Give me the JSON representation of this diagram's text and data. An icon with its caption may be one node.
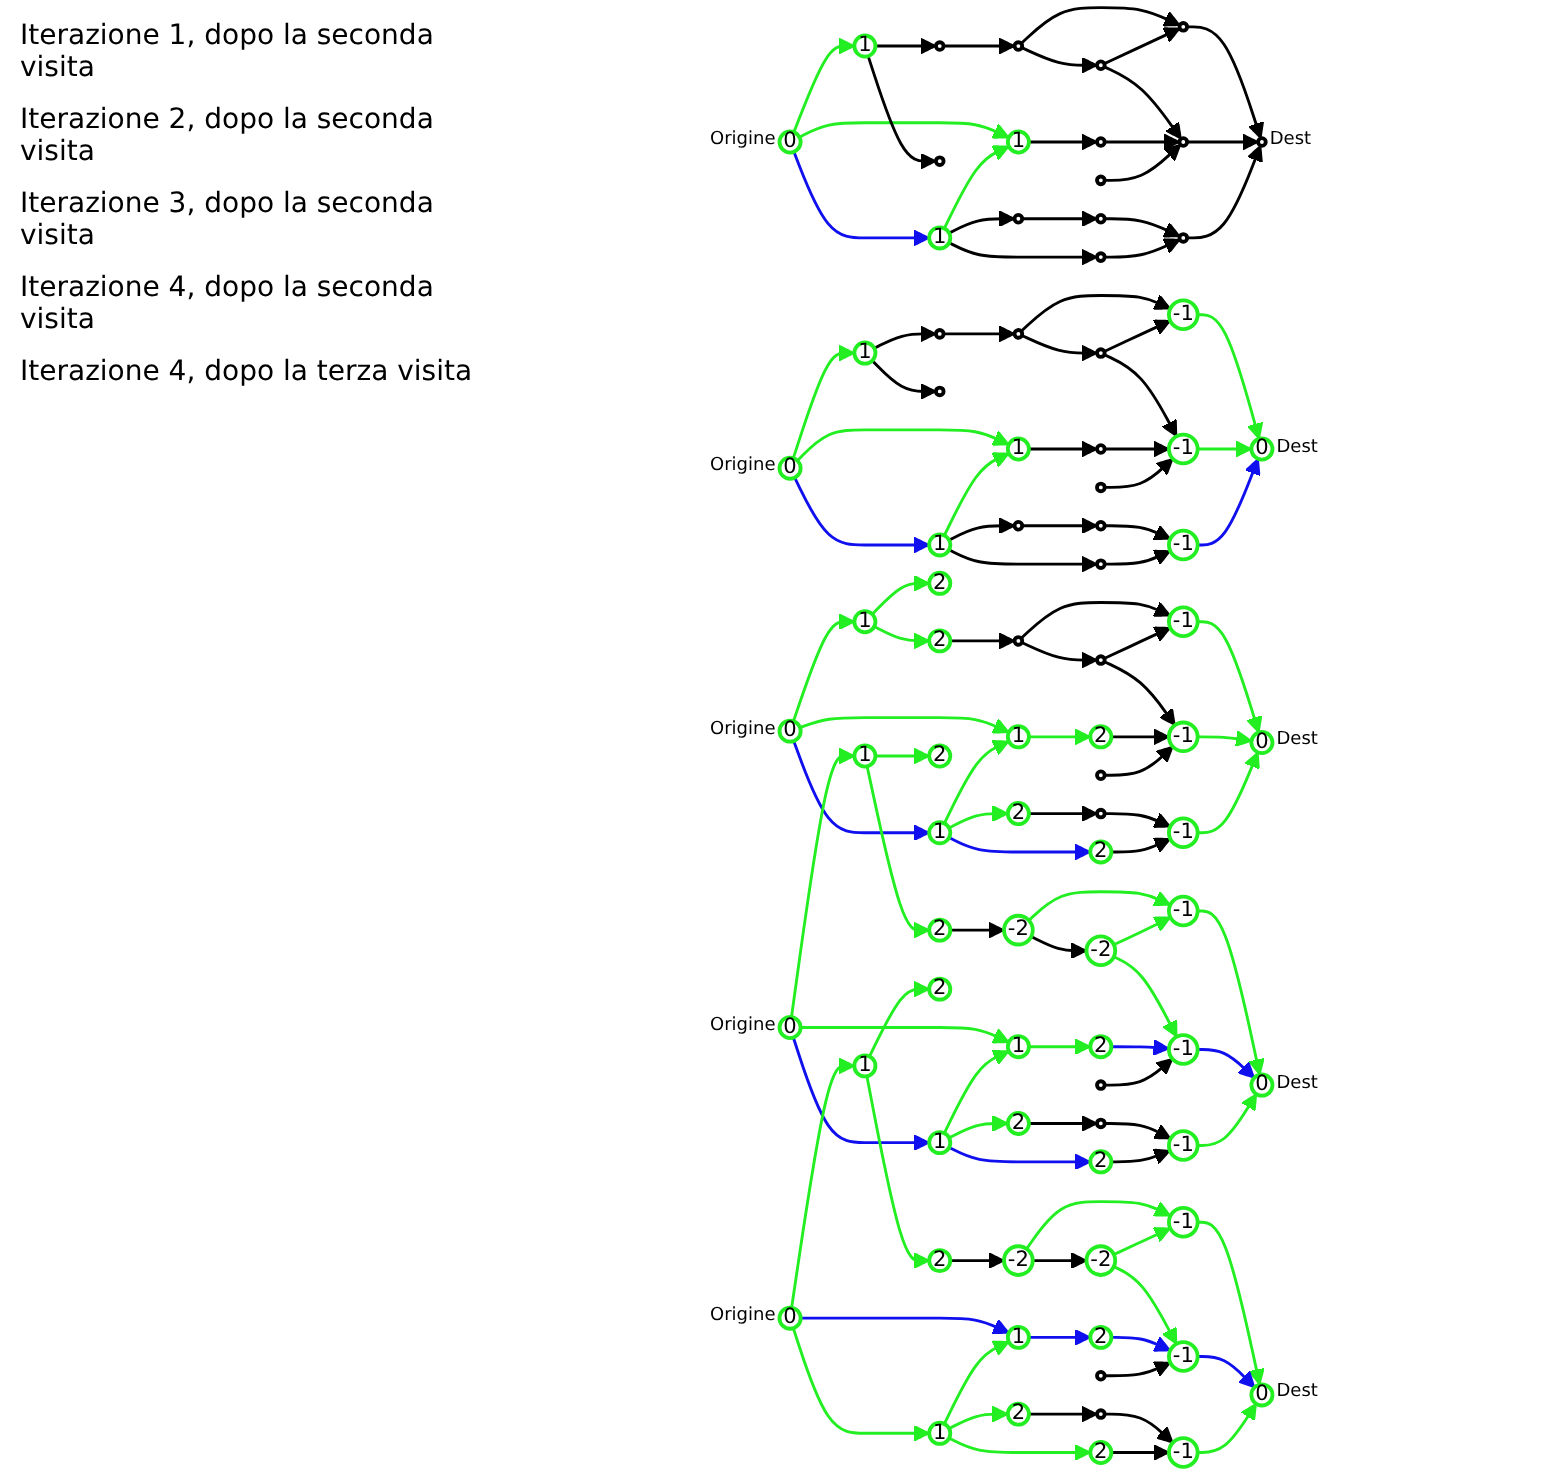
{
  "diagram": {
    "nodes": [
      {
        "text": [
          "0"
        ],
        "beside": [
          "Origine"
        ]
      },
      {
        "text": [
          "1"
        ]
      },
      {
        "text": [
          "1"
        ]
      },
      {
        "text": [
          "1"
        ]
      },
      {
        "text": [],
        "shape": "circle"
      },
      {
        "text": [],
        "shape": "circle"
      },
      {
        "text": [],
        "shape": "circle"
      },
      {
        "text": [],
        "shape": "circle"
      },
      {
        "text": [],
        "shape": "circle"
      },
      {
        "text": [],
        "shape": "circle"
      },
      {
        "text": [],
        "shape": "circle"
      },
      {
        "text": [],
        "shape": "circle"
      },
      {
        "text": [],
        "shape": "circle"
      },
      {
        "text": [],
        "shape": "circle"
      },
      {
        "text": [],
        "shape": "circle"
      },
      {
        "text": [],
        "shape": "circle"
      },
      {
        "text": [],
        "shape": "circle",
        "beside": [
          "Dest"
        ]
      },
      {
        "text": [
          "0"
        ],
        "beside": [
          "Origine"
        ]
      },
      {
        "text": [
          "1"
        ]
      },
      {
        "text": [
          "1"
        ]
      },
      {
        "text": [
          "1"
        ]
      },
      {
        "text": [],
        "shape": "circle"
      },
      {
        "text": [],
        "shape": "circle"
      },
      {
        "text": [],
        "shape": "circle"
      },
      {
        "text": [],
        "shape": "circle"
      },
      {
        "text": [],
        "shape": "circle"
      },
      {
        "text": [],
        "shape": "circle"
      },
      {
        "text": [],
        "shape": "circle"
      },
      {
        "text": [],
        "shape": "circle"
      },
      {
        "text": [],
        "shape": "circle"
      },
      {
        "text": [
          "-1"
        ]
      },
      {
        "text": [
          "-1"
        ]
      },
      {
        "text": [
          "-1"
        ]
      },
      {
        "text": [
          "0"
        ],
        "beside": [
          "Dest"
        ]
      },
      {
        "text": [
          "0"
        ],
        "beside": [
          "Origine"
        ]
      },
      {
        "text": [
          "1"
        ]
      },
      {
        "text": [
          "1"
        ]
      },
      {
        "text": [
          "1"
        ]
      },
      {
        "text": [
          "2"
        ]
      },
      {
        "text": [
          "2"
        ]
      },
      {
        "text": [
          "2"
        ]
      },
      {
        "text": [
          "2"
        ]
      },
      {
        "text": [
          "2"
        ]
      },
      {
        "text": [],
        "shape": "circle"
      },
      {
        "text": [],
        "shape": "circle"
      },
      {
        "text": [],
        "shape": "circle"
      },
      {
        "text": [],
        "shape": "circle"
      },
      {
        "text": [
          "-1"
        ]
      },
      {
        "text": [
          "-1"
        ]
      },
      {
        "text": [
          "-1"
        ]
      },
      {
        "text": [
          "0"
        ],
        "beside": [
          "Dest"
        ]
      },
      {
        "text": [
          "0"
        ],
        "beside": [
          "Origine"
        ]
      },
      {
        "text": [
          "1"
        ]
      },
      {
        "text": [
          "1"
        ]
      },
      {
        "text": [
          "1"
        ]
      },
      {
        "text": [
          "2"
        ]
      },
      {
        "text": [
          "2"
        ]
      },
      {
        "text": [
          "2"
        ]
      },
      {
        "text": [
          "2"
        ]
      },
      {
        "text": [
          "2"
        ]
      },
      {
        "text": [
          "-2"
        ]
      },
      {
        "text": [
          "-2"
        ]
      },
      {
        "text": [],
        "shape": "circle"
      },
      {
        "text": [],
        "shape": "circle"
      },
      {
        "text": [
          "-1"
        ]
      },
      {
        "text": [
          "-1"
        ]
      },
      {
        "text": [
          "-1"
        ]
      },
      {
        "text": [
          "0"
        ],
        "beside": [
          "Dest"
        ]
      },
      {
        "text": [
          "0"
        ],
        "beside": [
          "Origine"
        ]
      },
      {
        "text": [
          "1"
        ]
      },
      {
        "text": [
          "1"
        ]
      },
      {
        "text": [
          "1"
        ]
      },
      {
        "text": [
          "2"
        ]
      },
      {
        "text": [
          "2"
        ]
      },
      {
        "text": [
          "2"
        ]
      },
      {
        "text": [
          "2"
        ]
      },
      {
        "text": [
          "2"
        ]
      },
      {
        "text": [
          "-2"
        ]
      },
      {
        "text": [
          "-2"
        ]
      },
      {
        "text": [],
        "shape": "circle"
      },
      {
        "text": [],
        "shape": "circle"
      },
      {
        "text": [
          "-1"
        ]
      },
      {
        "text": [
          "-1"
        ]
      },
      {
        "text": [
          "-1"
        ]
      },
      {
        "text": [
          "0"
        ],
        "beside": [
          "Dest"
        ]
      }
    ],
    "edges": [
      {
        "from": 0,
        "to": 1,
        "arrow": "to",
        "color": "#22ee22"
      },
      {
        "from": 0,
        "to": 2,
        "arrow": "to",
        "color": "#22ee22"
      },
      {
        "from": 0,
        "to": 3,
        "arrow": "to",
        "color": "#1010ee"
      },
      {
        "from": 3,
        "to": 2,
        "arrow": "to",
        "color": "#22ee22"
      },
      {
        "from": 1,
        "to": 4,
        "arrow": "to"
      },
      {
        "from": 1,
        "to": 5,
        "arrow": "to"
      },
      {
        "from": 2,
        "to": 6,
        "arrow": "to"
      },
      {
        "from": 3,
        "to": 7,
        "arrow": "to"
      },
      {
        "from": 3,
        "to": 8,
        "arrow": "to"
      },
      {
        "from": 4,
        "to": 9,
        "arrow": "to"
      },
      {
        "from": 9,
        "to": 10,
        "arrow": "to"
      },
      {
        "from": 9,
        "to": 13,
        "arrow": "to"
      },
      {
        "from": 10,
        "to": 13,
        "arrow": "to"
      },
      {
        "from": 10,
        "to": 14,
        "arrow": "to"
      },
      {
        "from": 6,
        "to": 14,
        "arrow": "to"
      },
      {
        "from": 11,
        "to": 14,
        "arrow": "to"
      },
      {
        "from": 7,
        "to": 12,
        "arrow": "to"
      },
      {
        "from": 12,
        "to": 15,
        "arrow": "to"
      },
      {
        "from": 8,
        "to": 15,
        "arrow": "to"
      },
      {
        "from": 13,
        "to": 16,
        "arrow": "to"
      },
      {
        "from": 14,
        "to": 16,
        "arrow": "to"
      },
      {
        "from": 15,
        "to": 16,
        "arrow": "to"
      },
      {
        "from": 17,
        "to": 18,
        "arrow": "to",
        "color": "#22ee22"
      },
      {
        "from": 17,
        "to": 19,
        "arrow": "to",
        "color": "#22ee22"
      },
      {
        "from": 17,
        "to": 20,
        "arrow": "to",
        "color": "#1010ee"
      },
      {
        "from": 20,
        "to": 19,
        "arrow": "to",
        "color": "#22ee22"
      },
      {
        "from": 18,
        "to": 21,
        "arrow": "to"
      },
      {
        "from": 18,
        "to": 22,
        "arrow": "to"
      },
      {
        "from": 19,
        "to": 23,
        "arrow": "to"
      },
      {
        "from": 20,
        "to": 24,
        "arrow": "to"
      },
      {
        "from": 20,
        "to": 25,
        "arrow": "to"
      },
      {
        "from": 21,
        "to": 26,
        "arrow": "to"
      },
      {
        "from": 26,
        "to": 27,
        "arrow": "to"
      },
      {
        "from": 26,
        "to": 30,
        "arrow": "to"
      },
      {
        "from": 27,
        "to": 30,
        "arrow": "to"
      },
      {
        "from": 27,
        "to": 31,
        "arrow": "to"
      },
      {
        "from": 23,
        "to": 31,
        "arrow": "to"
      },
      {
        "from": 28,
        "to": 31,
        "arrow": "to"
      },
      {
        "from": 24,
        "to": 29,
        "arrow": "to"
      },
      {
        "from": 29,
        "to": 32,
        "arrow": "to"
      },
      {
        "from": 25,
        "to": 32,
        "arrow": "to"
      },
      {
        "from": 30,
        "to": 33,
        "arrow": "to",
        "color": "#22ee22"
      },
      {
        "from": 31,
        "to": 33,
        "arrow": "to",
        "color": "#22ee22"
      },
      {
        "from": 32,
        "to": 33,
        "arrow": "to",
        "color": "#1010ee"
      },
      {
        "from": 34,
        "to": 35,
        "arrow": "to",
        "color": "#22ee22"
      },
      {
        "from": 34,
        "to": 36,
        "arrow": "to",
        "color": "#22ee22"
      },
      {
        "from": 34,
        "to": 37,
        "arrow": "to",
        "color": "#1010ee"
      },
      {
        "from": 37,
        "to": 36,
        "arrow": "to",
        "color": "#22ee22"
      },
      {
        "from": 35,
        "to": 38,
        "arrow": "to",
        "color": "#22ee22"
      },
      {
        "from": 35,
        "to": 39,
        "arrow": "to",
        "color": "#22ee22"
      },
      {
        "from": 36,
        "to": 40,
        "arrow": "to",
        "color": "#22ee22"
      },
      {
        "from": 37,
        "to": 41,
        "arrow": "to",
        "color": "#22ee22"
      },
      {
        "from": 37,
        "to": 42,
        "arrow": "to",
        "color": "#1010ee"
      },
      {
        "from": 38,
        "to": 43,
        "arrow": "to"
      },
      {
        "from": 43,
        "to": 44,
        "arrow": "to"
      },
      {
        "from": 43,
        "to": 47,
        "arrow": "to"
      },
      {
        "from": 44,
        "to": 47,
        "arrow": "to"
      },
      {
        "from": 44,
        "to": 48,
        "arrow": "to"
      },
      {
        "from": 40,
        "to": 48,
        "arrow": "to"
      },
      {
        "from": 45,
        "to": 48,
        "arrow": "to"
      },
      {
        "from": 41,
        "to": 46,
        "arrow": "to"
      },
      {
        "from": 46,
        "to": 49,
        "arrow": "to"
      },
      {
        "from": 42,
        "to": 49,
        "arrow": "to"
      },
      {
        "from": 47,
        "to": 50,
        "arrow": "to",
        "color": "#22ee22"
      },
      {
        "from": 48,
        "to": 50,
        "arrow": "to",
        "color": "#22ee22"
      },
      {
        "from": 49,
        "to": 50,
        "arrow": "to",
        "color": "#22ee22"
      },
      {
        "from": 51,
        "to": 52,
        "arrow": "to",
        "color": "#22ee22"
      },
      {
        "from": 51,
        "to": 53,
        "arrow": "to",
        "color": "#22ee22"
      },
      {
        "from": 51,
        "to": 54,
        "arrow": "to",
        "color": "#1010ee"
      },
      {
        "from": 54,
        "to": 53,
        "arrow": "to",
        "color": "#22ee22"
      },
      {
        "from": 52,
        "to": 55,
        "arrow": "to",
        "color": "#22ee22"
      },
      {
        "from": 52,
        "to": 56,
        "arrow": "to",
        "color": "#22ee22"
      },
      {
        "from": 53,
        "to": 57,
        "arrow": "to",
        "color": "#22ee22"
      },
      {
        "from": 54,
        "to": 58,
        "arrow": "to",
        "color": "#22ee22"
      },
      {
        "from": 54,
        "to": 59,
        "arrow": "to",
        "color": "#1010ee"
      },
      {
        "from": 55,
        "to": 60,
        "arrow": "to"
      },
      {
        "from": 60,
        "to": 61,
        "arrow": "to"
      },
      {
        "from": 60,
        "to": 64,
        "arrow": "to",
        "color": "#22ee22"
      },
      {
        "from": 61,
        "to": 64,
        "arrow": "to",
        "color": "#22ee22"
      },
      {
        "from": 61,
        "to": 65,
        "arrow": "to",
        "color": "#22ee22"
      },
      {
        "from": 57,
        "to": 65,
        "arrow": "to",
        "color": "#1010ee"
      },
      {
        "from": 62,
        "to": 65,
        "arrow": "to"
      },
      {
        "from": 58,
        "to": 63,
        "arrow": "to"
      },
      {
        "from": 63,
        "to": 66,
        "arrow": "to"
      },
      {
        "from": 59,
        "to": 66,
        "arrow": "to"
      },
      {
        "from": 64,
        "to": 67,
        "arrow": "to",
        "color": "#22ee22"
      },
      {
        "from": 65,
        "to": 67,
        "arrow": "to",
        "color": "#1010ee"
      },
      {
        "from": 66,
        "to": 67,
        "arrow": "to",
        "color": "#22ee22"
      },
      {
        "from": 68,
        "to": 69,
        "arrow": "to",
        "color": "#22ee22"
      },
      {
        "from": 68,
        "to": 70,
        "arrow": "to",
        "color": "#1010ee"
      },
      {
        "from": 68,
        "to": 71,
        "arrow": "to",
        "color": "#22ee22"
      },
      {
        "from": 71,
        "to": 70,
        "arrow": "to",
        "color": "#22ee22"
      },
      {
        "from": 69,
        "to": 72,
        "arrow": "to",
        "color": "#22ee22"
      },
      {
        "from": 69,
        "to": 73,
        "arrow": "to",
        "color": "#22ee22"
      },
      {
        "from": 70,
        "to": 74,
        "arrow": "to",
        "color": "#1010ee"
      },
      {
        "from": 71,
        "to": 75,
        "arrow": "to",
        "color": "#22ee22"
      },
      {
        "from": 71,
        "to": 76,
        "arrow": "to",
        "color": "#22ee22"
      },
      {
        "from": 72,
        "to": 77,
        "arrow": "to"
      },
      {
        "from": 77,
        "to": 78,
        "arrow": "to"
      },
      {
        "from": 77,
        "to": 81,
        "arrow": "to",
        "color": "#22ee22"
      },
      {
        "from": 78,
        "to": 81,
        "arrow": "to",
        "color": "#22ee22"
      },
      {
        "from": 78,
        "to": 82,
        "arrow": "to",
        "color": "#22ee22"
      },
      {
        "from": 74,
        "to": 82,
        "arrow": "to",
        "color": "#1010ee"
      },
      {
        "from": 79,
        "to": 82,
        "arrow": "to"
      },
      {
        "from": 75,
        "to": 80,
        "arrow": "to"
      },
      {
        "from": 80,
        "to": 83,
        "arrow": "to"
      },
      {
        "from": 76,
        "to": 83,
        "arrow": "to"
      },
      {
        "from": 81,
        "to": 84,
        "arrow": "to",
        "color": "#22ee22"
      },
      {
        "from": 82,
        "to": 84,
        "arrow": "to",
        "color": "#1010ee"
      },
      {
        "from": 83,
        "to": 84,
        "arrow": "to",
        "color": "#22ee22"
      }
    ],
    "labels": [
      "Iterazione 1, dopo la seconda visita",
      "Iterazione 2, dopo la seconda visita",
      "Iterazione 3, dopo la seconda visita",
      "Iterazione 4, dopo la seconda visita",
      "Iterazione 4, dopo la terza visita"
    ]
  }
}
